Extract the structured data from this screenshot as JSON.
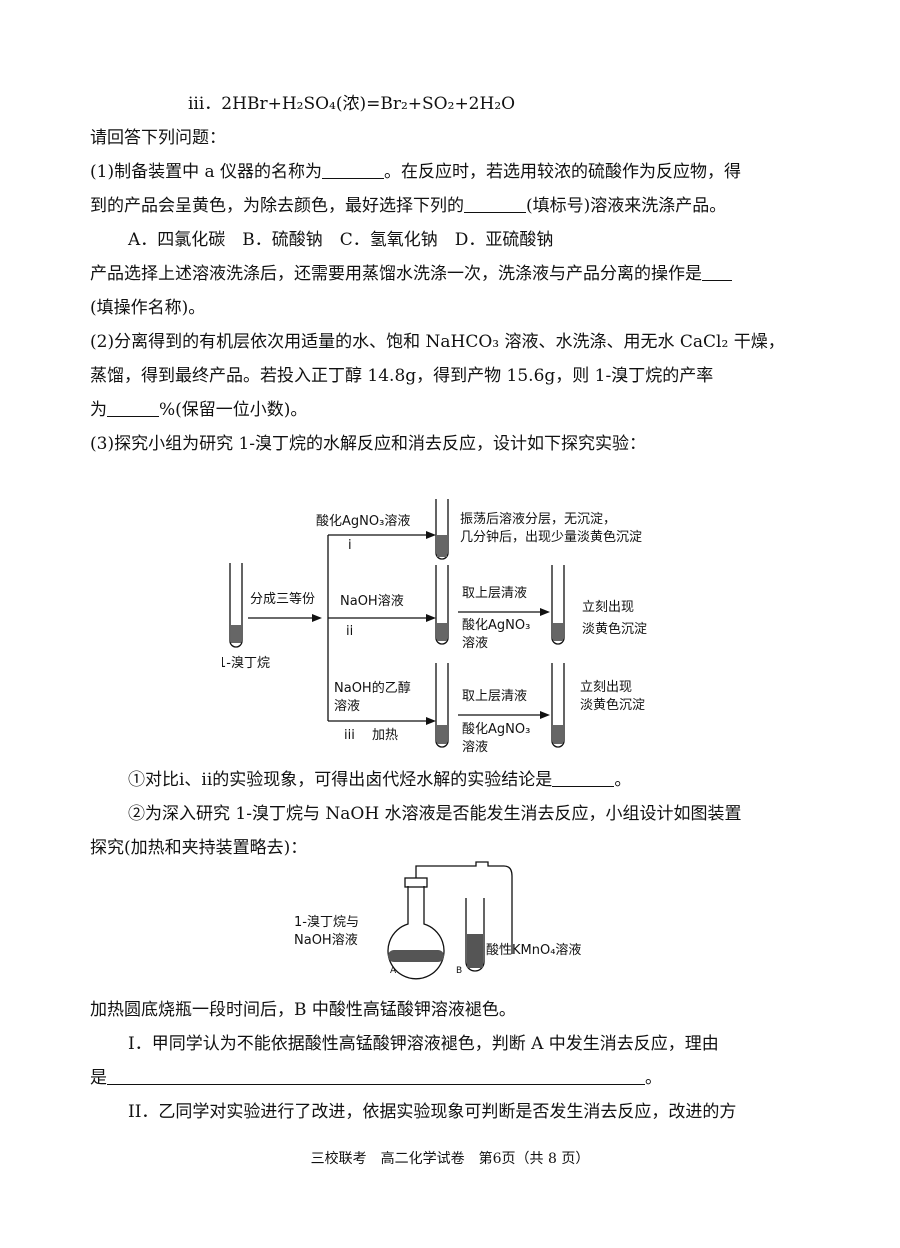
{
  "lines": {
    "eq3": "iii．2HBr+H₂SO₄(浓)=Br₂+SO₂+2H₂O",
    "prompt": "请回答下列问题：",
    "q1a": "(1)制备装置中 a 仪器的名称为",
    "q1b": "。在反应时，若选用较浓的硫酸作为反应物，得",
    "q1c": "到的产品会呈黄色，为除去颜色，最好选择下列的",
    "q1d": "(填标号)溶液来洗涤产品。",
    "q1opts": "A．四氯化碳　B．硫酸钠　C．氢氧化钠　D．亚硫酸钠",
    "q1e": "产品选择上述溶液洗涤后，还需要用蒸馏水洗涤一次，洗涤液与产品分离的操作是",
    "q1f": "(填操作名称)。",
    "q2a": "(2)分离得到的有机层依次用适量的水、饱和 NaHCO₃ 溶液、水洗涤、用无水 CaCl₂ 干燥，",
    "q2b": "蒸馏，得到最终产品。若投入正丁醇 14.8g，得到产物 15.6g，则 1-溴丁烷的产率",
    "q2c1": "为",
    "q2c2": "%(保留一位小数)。",
    "q3": "(3)探究小组为研究 1-溴丁烷的水解反应和消去反应，设计如下探究实验：",
    "q3_1a": "①对比i、ii的实验现象，可得出卤代烃水解的实验结论是",
    "q3_1b": "。",
    "q3_2a": "②为深入研究 1-溴丁烷与 NaOH 水溶液是否能发生消去反应，小组设计如图装置",
    "q3_2b": "探究(加热和夹持装置略去)：",
    "q3_3": "加热圆底烧瓶一段时间后，B 中酸性高锰酸钾溶液褪色。",
    "qIa": "I．甲同学认为不能依据酸性高锰酸钾溶液褪色，判断 A 中发生消去反应，理由",
    "qIb1": "是",
    "qIb2": "。",
    "qII": "II．乙同学对实验进行了改进，依据实验现象可判断是否发生消去反应，改进的方"
  },
  "fig1": {
    "split": "分成三等份",
    "start": "1-溴丁烷",
    "r1_reagent": "酸化AgNO₃溶液",
    "r1_num": "i",
    "r1_obs1": "振荡后溶液分层，无沉淀，",
    "r1_obs2": "几分钟后，出现少量淡黄色沉淀",
    "r2_reagent": "NaOH溶液",
    "r2_num": "ii",
    "r2_step1": "取上层清液",
    "r2_step2": "酸化AgNO₃",
    "r2_step3": "溶液",
    "r2_obs1": "立刻出现",
    "r2_obs2": "淡黄色沉淀",
    "r3_reagent1": "NaOH的乙醇",
    "r3_reagent2": "溶液",
    "r3_num": "iii",
    "r3_heat": "加热",
    "r3_step1": "取上层清液",
    "r3_step2": "酸化AgNO₃",
    "r3_step3": "溶液",
    "r3_obs1": "立刻出现",
    "r3_obs2": "淡黄色沉淀"
  },
  "fig2": {
    "label1": "1-溴丁烷与",
    "label2": "NaOH溶液",
    "labelA": "A",
    "labelB": "B",
    "right": "酸性KMnO₄溶液"
  },
  "footer": "三校联考　高二化学试卷　第6页（共 8 页）"
}
